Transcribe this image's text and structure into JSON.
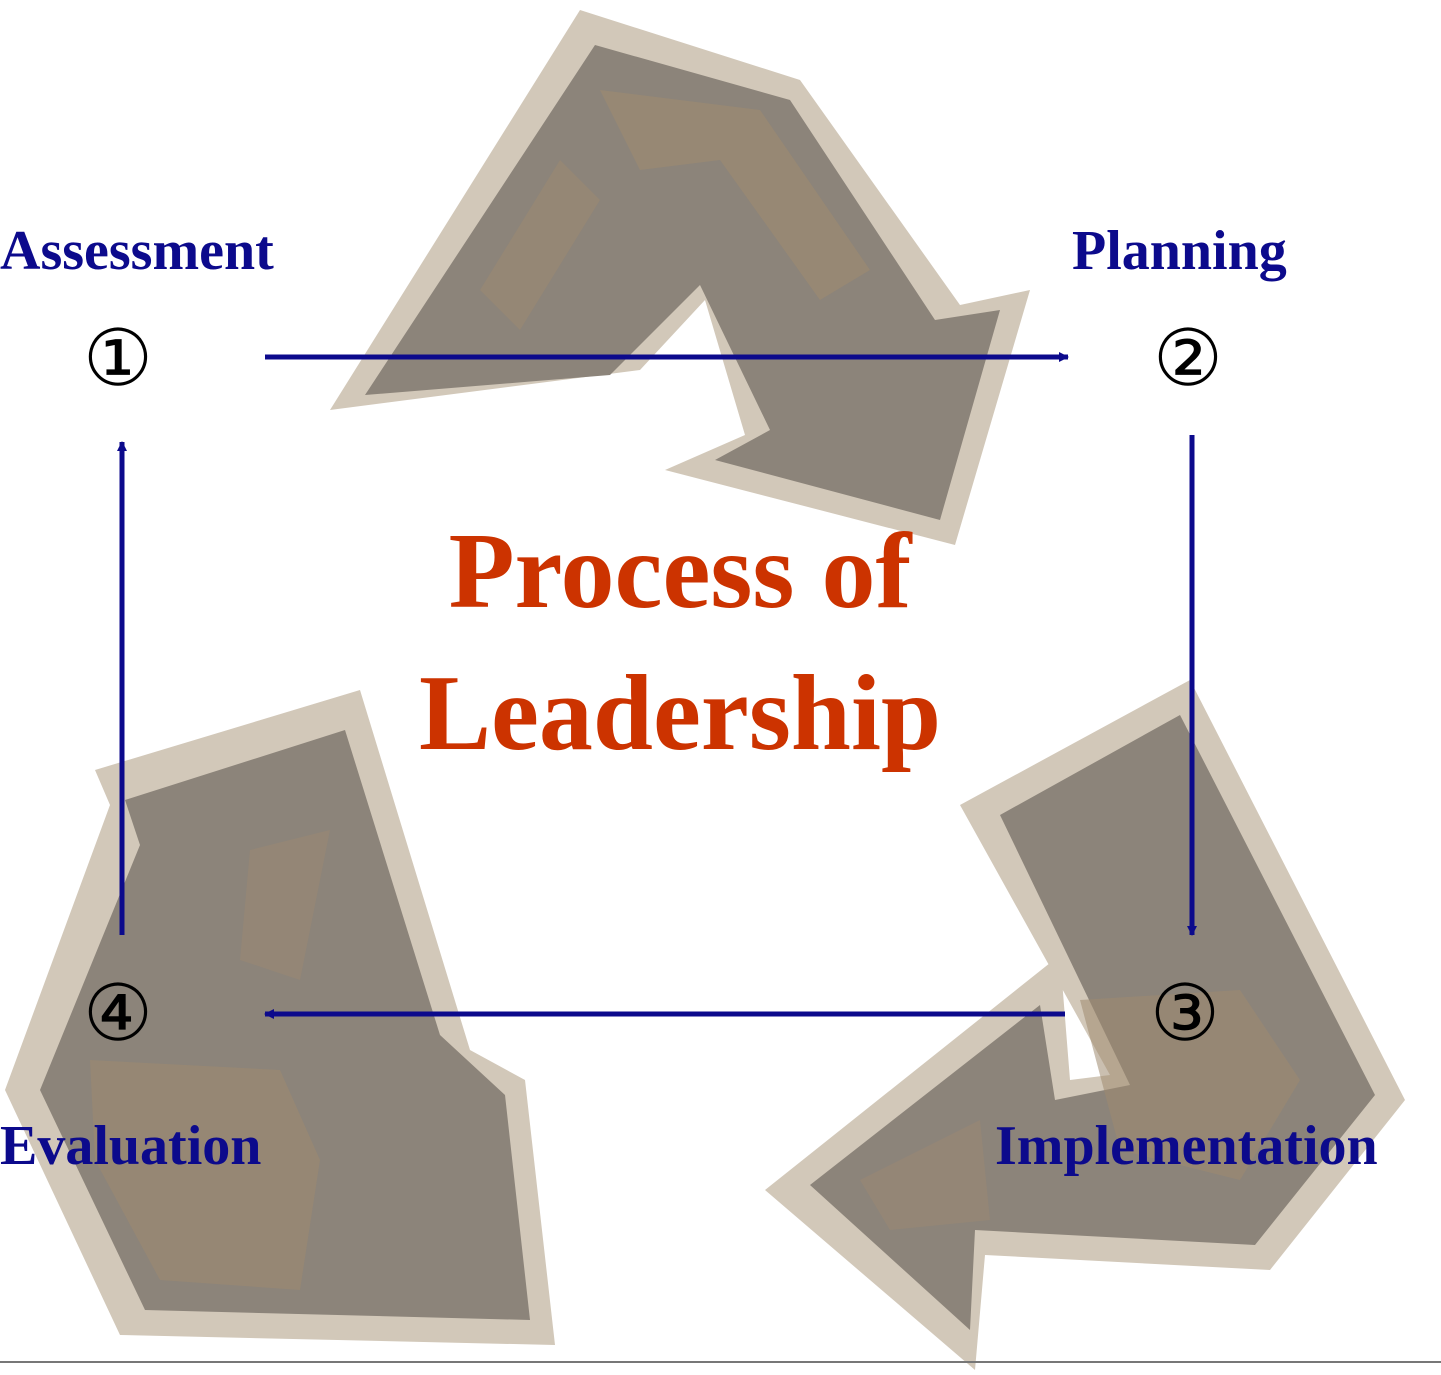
{
  "title": {
    "line1": "Process of",
    "line2": "Leadership"
  },
  "steps": [
    {
      "number": "①",
      "label": "Assessment"
    },
    {
      "number": "②",
      "label": "Planning"
    },
    {
      "number": "③",
      "label": "Implementation"
    },
    {
      "number": "④",
      "label": "Evaluation"
    }
  ],
  "colors": {
    "label": "#0c0a8c",
    "title": "#cc3300",
    "arrow": "#0c0a8c",
    "recycle_fill": "#8c847a",
    "recycle_border": "#d2c8b9",
    "recycle_streak": "#9e8a70"
  },
  "icons": [
    "recycle-arrow-icon"
  ]
}
